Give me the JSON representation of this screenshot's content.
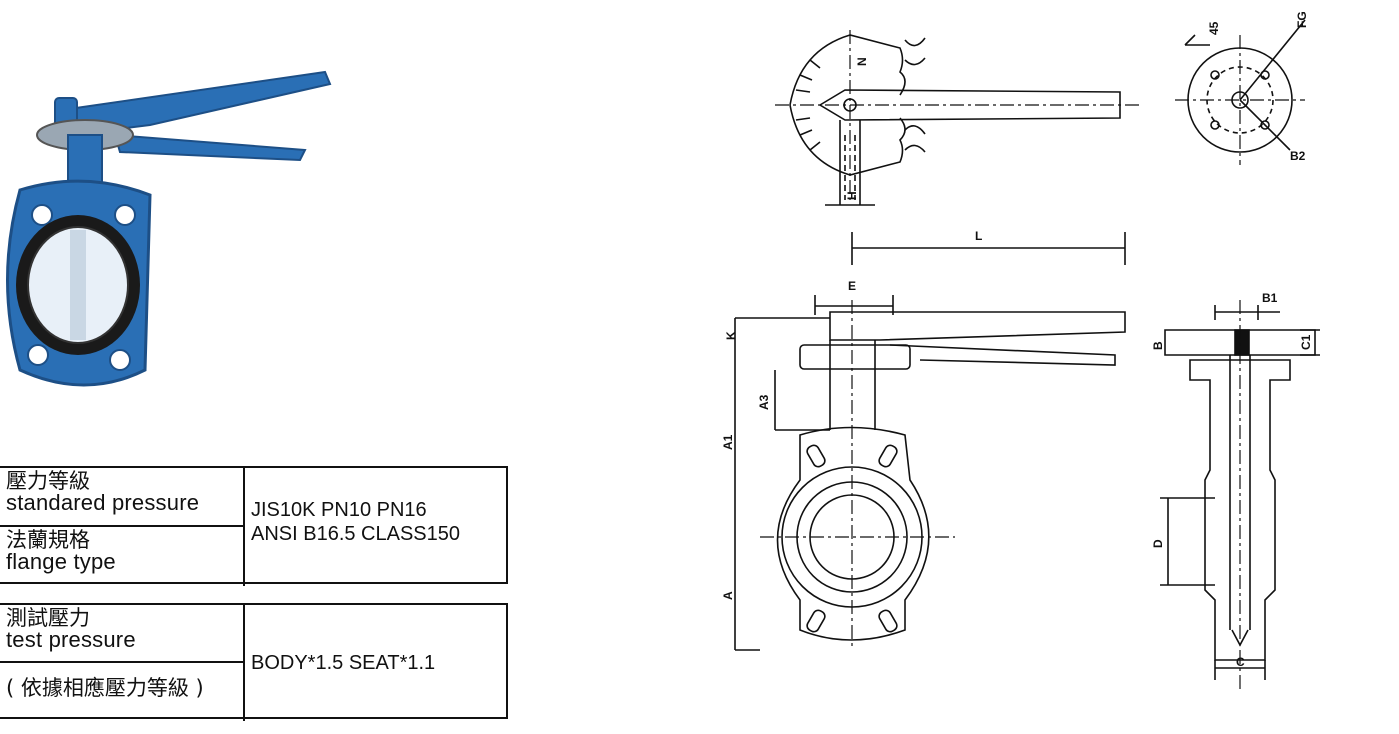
{
  "spec_table": {
    "pressure_label_zh": "壓力等級",
    "pressure_label_en": "standared pressure",
    "pressure_value": "JIS10K   PN10   PN16",
    "flange_label_zh": "法蘭規格",
    "flange_label_en": "flange type",
    "flange_value": "ANSI  B16.5  CLASS150",
    "test_label_zh": "測試壓力",
    "test_label_en": "test pressure",
    "test_note_zh": "( 依據相應壓力等級 )",
    "test_value": "BODY*1.5    SEAT*1.1"
  },
  "dimension_labels": {
    "N": "N",
    "H": "H",
    "angle": "45",
    "FG": "FG",
    "B2": "B2",
    "L": "L",
    "E": "E",
    "K": "K",
    "A3": "A3",
    "A1": "A1",
    "A": "A",
    "B1": "B1",
    "B": "B",
    "C1": "C1",
    "D": "D",
    "C": "C"
  },
  "colors": {
    "valve_blue": "#2a6fb5",
    "valve_dark": "#1d4f86",
    "liner": "#1a1a1a",
    "disc": "#e8f0f8",
    "line": "#111111"
  }
}
